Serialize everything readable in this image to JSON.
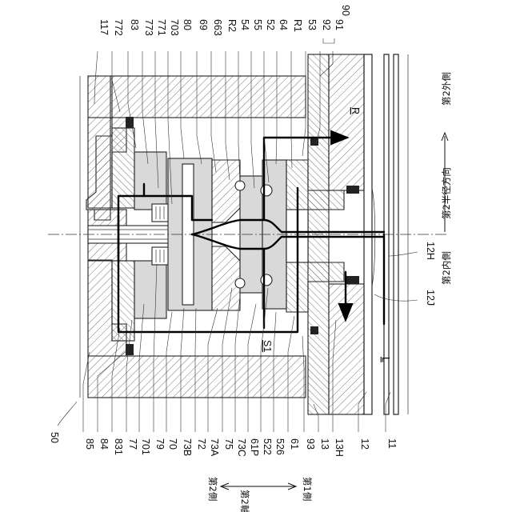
{
  "figure_ref": "50",
  "labels_top": [
    "117",
    "772",
    "83",
    "773",
    "771",
    "703",
    "80",
    "69",
    "663",
    "R2",
    "54",
    "55",
    "52",
    "64",
    "R1",
    "53",
    "92",
    "91"
  ],
  "label_group_90": "90",
  "labels_bottom": [
    "85",
    "84",
    "831",
    "77",
    "701",
    "79",
    "70",
    "73B",
    "72",
    "73A",
    "75",
    "73C",
    "61P",
    "522",
    "526",
    "61",
    "93",
    "13",
    "13H",
    "12",
    "11"
  ],
  "labels_right": [
    "12H",
    "12J"
  ],
  "region_labels": {
    "R": "R",
    "L": "L",
    "S1": "S1"
  },
  "axis_radial": {
    "outer": "第2外側",
    "title": "第2半径方向",
    "inner": "第2内側"
  },
  "axis_axial": {
    "side2": "第2側",
    "title": "第2軸方向",
    "side1": "第1側"
  }
}
